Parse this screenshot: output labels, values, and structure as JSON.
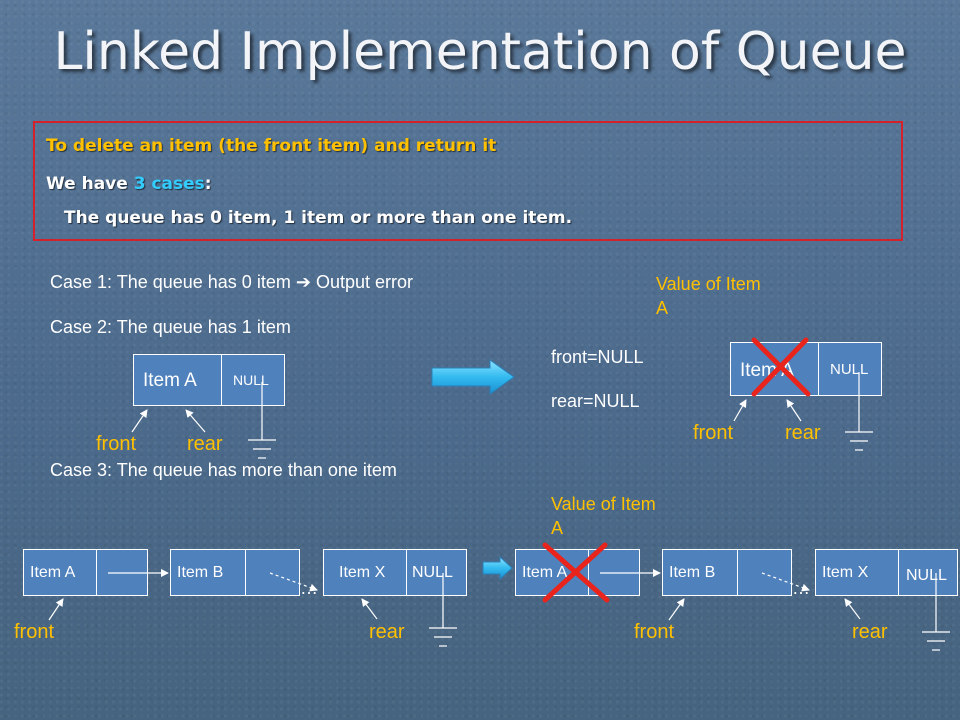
{
  "title": "Linked Implementation of Queue",
  "box": {
    "line1": "To delete an item (the front item) and return it",
    "line2_prefix": "We have ",
    "line2_highlight": "3 cases",
    "line2_suffix": ":",
    "line3": "The queue has 0 item, 1 item or more than one item."
  },
  "case1": {
    "text": "Case 1: The queue has 0 item",
    "result": "Output error"
  },
  "case2": {
    "text": "Case 2: The queue has 1 item",
    "front_null": "front=NULL",
    "rear_null": "rear=NULL",
    "value_of": "Value of Item A",
    "node_label": "Item A",
    "null_label": "NULL",
    "deleted_label": "Item A",
    "front": "front",
    "rear": "rear"
  },
  "case3": {
    "text": "Case 3: The queue has more than one item",
    "value_of": "Value of Item A",
    "nodes": [
      "Item A",
      "Item B",
      "Item X"
    ],
    "null_label": "NULL",
    "front": "front",
    "rear": "rear",
    "ellipsis": "…",
    "after_nodes": [
      "Item A",
      "Item B",
      "Item X"
    ]
  },
  "colors": {
    "title": "#f2f4f8",
    "box_border": "#d4222c",
    "highlight_yellow": "#ffc000",
    "highlight_cyan": "#33ccff",
    "node_fill": "#4f81bd",
    "cross": "#e8241c"
  }
}
